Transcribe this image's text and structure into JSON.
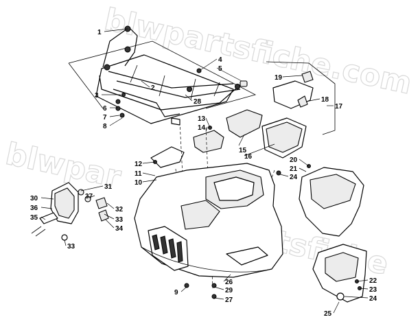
{
  "watermark": {
    "text_top": "blwpartsfiche.com",
    "text_left": "blwpar",
    "text_middle": "blwpartsfiche"
  },
  "callouts": [
    "1",
    "2",
    "3",
    "4",
    "5",
    "6",
    "7",
    "8",
    "9",
    "10",
    "11",
    "12",
    "13",
    "14",
    "15",
    "16",
    "17",
    "18",
    "19",
    "20",
    "21",
    "22",
    "23",
    "24",
    "24",
    "25",
    "26",
    "27",
    "28",
    "29",
    "30",
    "31",
    "32",
    "33",
    "33",
    "34",
    "35",
    "36",
    "37"
  ]
}
